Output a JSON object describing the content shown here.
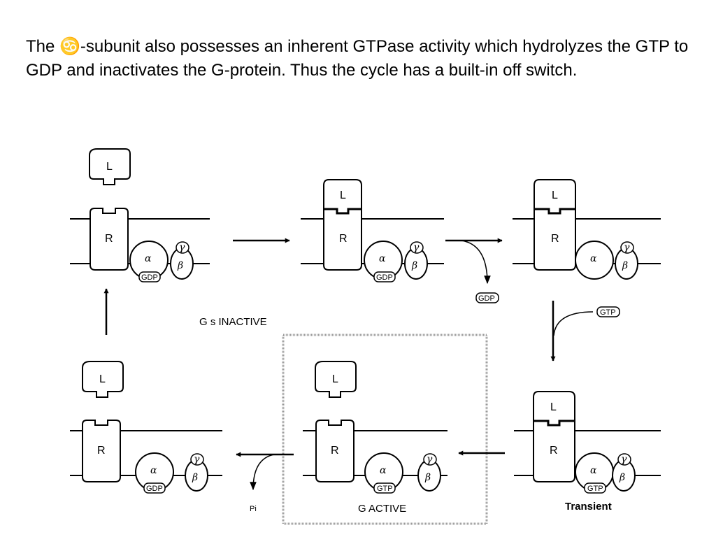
{
  "caption": {
    "before_symbol": "The ",
    "symbol": "♋",
    "after_symbol": "-subunit also possesses an inherent GTPase activity which hydrolyzes the GTP to GDP and inactivates the G-protein.  Thus the cycle has a built-in off switch."
  },
  "labels": {
    "ligand": "L",
    "receptor": "R",
    "alpha": "α",
    "beta": "β",
    "gamma": "γ",
    "gdp": "GDP",
    "gtp": "GTP",
    "pi": "Pi",
    "gs_inactive": "G s  INACTIVE",
    "g_active": "G  ACTIVE",
    "transient": "Transient"
  }
}
